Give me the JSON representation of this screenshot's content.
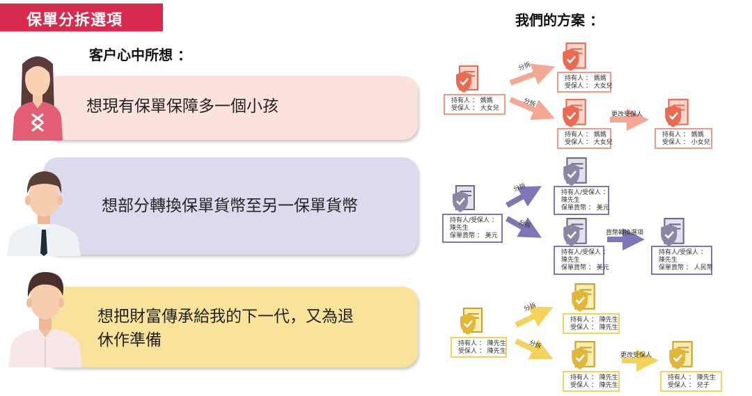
{
  "banner": {
    "title": "保單分拆選項"
  },
  "left_heading": "客户心中所想 ：",
  "right_heading": "我們的方案 ：",
  "thoughts": [
    {
      "text": "想現有保單保障多一個小孩"
    },
    {
      "text": "想部分轉換保單貨幣至另一保單貨幣"
    },
    {
      "text": "想把財富傳承給我的下一代，又為退",
      "text2": "休作準備"
    }
  ],
  "scenario1": {
    "color": "#ef8f7c",
    "source": {
      "line1": "持有人 ： 媽媽",
      "line2": "受保人 ： 大女兒"
    },
    "split_label": "分拆",
    "top": {
      "line1": "持有人 ： 媽媽",
      "line2": "受保人 ： 大女兒"
    },
    "bottom": {
      "line1": "持有人 ： 媽媽",
      "line2": "受保人 ： 大女兒"
    },
    "action_label": "更改受保人",
    "result": {
      "line1": "持有人 ： 媽媽",
      "line2": "受保人 ： 小女兒"
    }
  },
  "scenario2": {
    "color": "#7d77b8",
    "source": {
      "line1": "持有人/受保人 ：",
      "line2": "陳先生",
      "line3": "保單貨幣 ： 美元"
    },
    "split_label": "分拆",
    "top": {
      "line1": "持有人/受保人 ：",
      "line2": "陳先生",
      "line3": "保單貨幣 ： 美元"
    },
    "bottom": {
      "line1": "持有人/受保人 ：",
      "line2": "陳先生",
      "line3": "保單貨幣 ： 美元"
    },
    "action_label": "貨幣轉換選項",
    "result": {
      "line1": "持有人/受保人 ：",
      "line2": "陳先生",
      "line3": "保單貨幣 ： 人民幣"
    }
  },
  "scenario3": {
    "color": "#f3d35e",
    "source": {
      "line1": "持有人 ： 陳先生",
      "line2": "受保人 ： 陳先生"
    },
    "split_label": "分拆",
    "top": {
      "line1": "持有人 ： 陳先生",
      "line2": "受保人 ： 陳先生"
    },
    "bottom": {
      "line1": "持有人 ： 陳先生",
      "line2": "受保人 ： 陳先生"
    },
    "action_label": "更改受保人",
    "result": {
      "line1": "持有人 ： 陳先生",
      "line2": "受保人 ： 兒子"
    }
  }
}
